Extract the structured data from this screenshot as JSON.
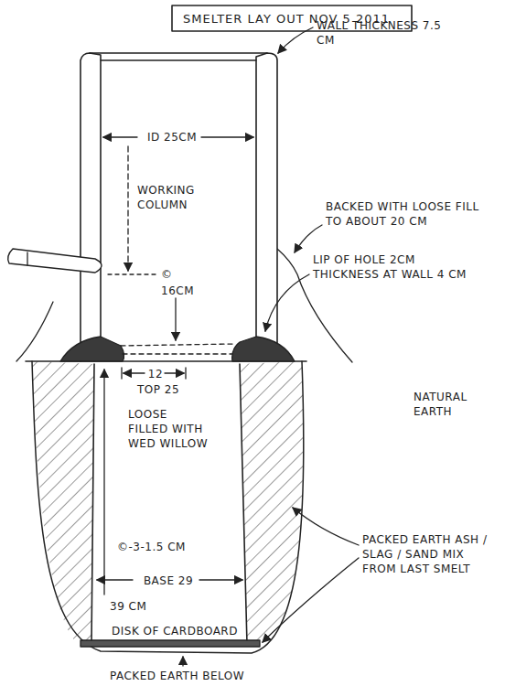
{
  "diagram": {
    "title": "SMELTER LAY OUT NOV 5 2011",
    "labels": [
      "WALL THICKNESS 7.5 CM",
      "ID 25CM",
      "WORKING COLUMN",
      "BACKED WITH LOOSE FILL TO ABOUT 20 CM",
      "LIP OF HOLE 2CM THICKNESS AT WALL 4 CM",
      "©",
      "16CM",
      "12",
      "TOP 25",
      "LOOSE FILLED WITH WED WILLOW",
      "©-3-1.5 CM",
      "BASE 29",
      "39 CM",
      "DISK OF CARDBOARD",
      "NATURAL EARTH",
      "PACKED EARTH ASH / SLAG / SAND MIX FROM LAST SMELT",
      "PACKED EARTH BELOW"
    ]
  }
}
